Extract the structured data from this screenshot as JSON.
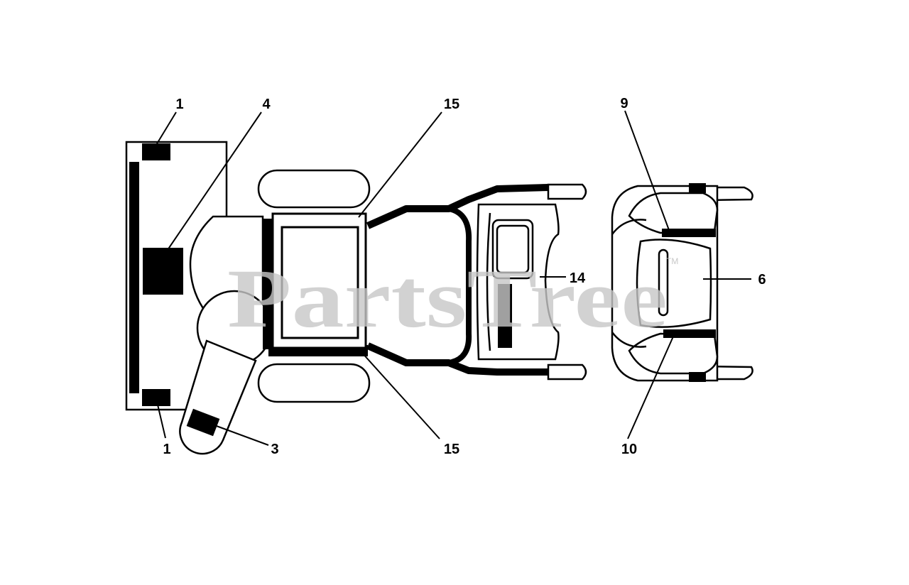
{
  "watermark": {
    "text": "PartsTree",
    "trademark": "TM",
    "color": "#c8c8c8"
  },
  "callouts": {
    "top_left_1": "1",
    "bottom_left_1": "1",
    "label_4": "4",
    "label_3": "3",
    "top_15": "15",
    "bottom_15": "15",
    "label_14": "14",
    "label_9": "9",
    "label_10": "10",
    "label_6": "6"
  },
  "colors": {
    "line": "#000000",
    "fill": "#ffffff",
    "decal": "#000000"
  }
}
